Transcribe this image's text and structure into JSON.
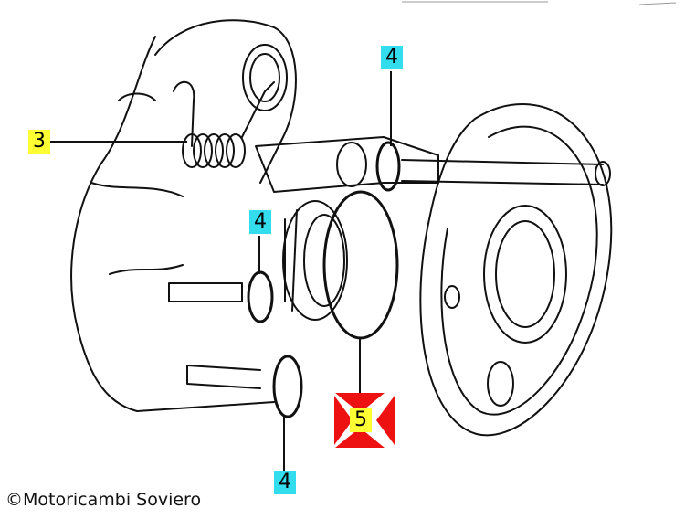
{
  "callouts": {
    "spring": "3",
    "oring_top": "4",
    "oring_middle": "4",
    "oring_bottom": "4",
    "gasket": "5"
  },
  "copyright": "©Motoricambi Soviero",
  "colors": {
    "label_yellow": "#ffff33",
    "label_cyan": "#33ddee",
    "marker_red": "#ee1111",
    "line": "#111111"
  }
}
